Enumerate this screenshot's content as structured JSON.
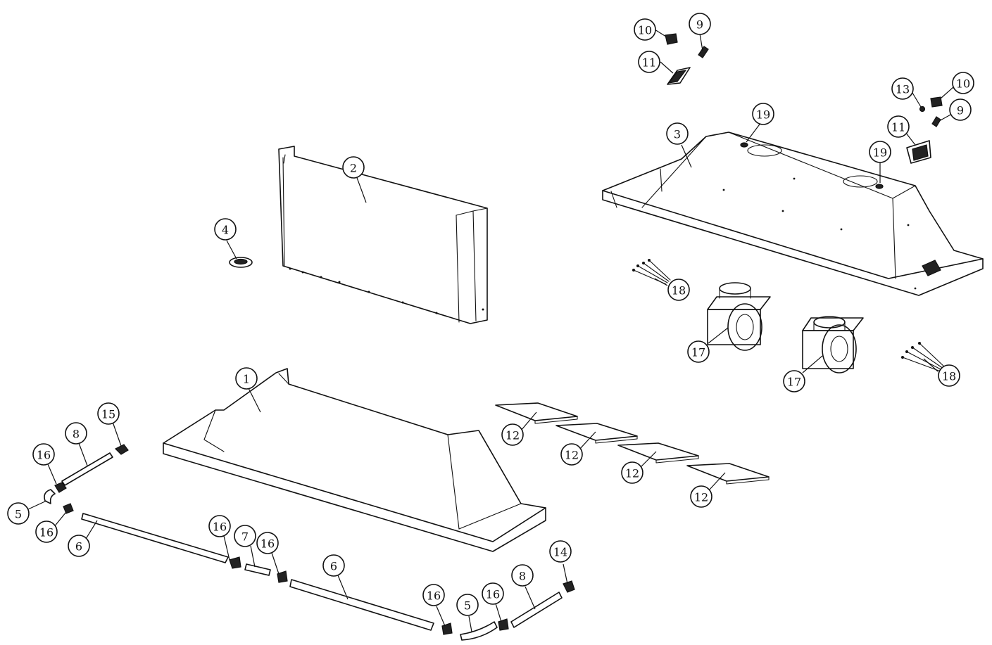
{
  "callouts": [
    {
      "id": "c10a",
      "label": "10"
    },
    {
      "id": "c9a",
      "label": "9"
    },
    {
      "id": "c11a",
      "label": "11"
    },
    {
      "id": "c13",
      "label": "13"
    },
    {
      "id": "c10b",
      "label": "10"
    },
    {
      "id": "c9b",
      "label": "9"
    },
    {
      "id": "c11b",
      "label": "11"
    },
    {
      "id": "c19a",
      "label": "19"
    },
    {
      "id": "c19b",
      "label": "19"
    },
    {
      "id": "c3",
      "label": "3"
    },
    {
      "id": "c2",
      "label": "2"
    },
    {
      "id": "c4",
      "label": "4"
    },
    {
      "id": "c18a",
      "label": "18"
    },
    {
      "id": "c17a",
      "label": "17"
    },
    {
      "id": "c17b",
      "label": "17"
    },
    {
      "id": "c18b",
      "label": "18"
    },
    {
      "id": "c1",
      "label": "1"
    },
    {
      "id": "c12a",
      "label": "12"
    },
    {
      "id": "c12b",
      "label": "12"
    },
    {
      "id": "c12c",
      "label": "12"
    },
    {
      "id": "c12d",
      "label": "12"
    },
    {
      "id": "c15",
      "label": "15"
    },
    {
      "id": "c8a",
      "label": "8"
    },
    {
      "id": "c16a",
      "label": "16"
    },
    {
      "id": "c5a",
      "label": "5"
    },
    {
      "id": "c16b",
      "label": "16"
    },
    {
      "id": "c6a",
      "label": "6"
    },
    {
      "id": "c16c",
      "label": "16"
    },
    {
      "id": "c7",
      "label": "7"
    },
    {
      "id": "c16d",
      "label": "16"
    },
    {
      "id": "c6b",
      "label": "6"
    },
    {
      "id": "c16e",
      "label": "16"
    },
    {
      "id": "c5b",
      "label": "5"
    },
    {
      "id": "c16f",
      "label": "16"
    },
    {
      "id": "c8b",
      "label": "8"
    },
    {
      "id": "c14",
      "label": "14"
    }
  ]
}
